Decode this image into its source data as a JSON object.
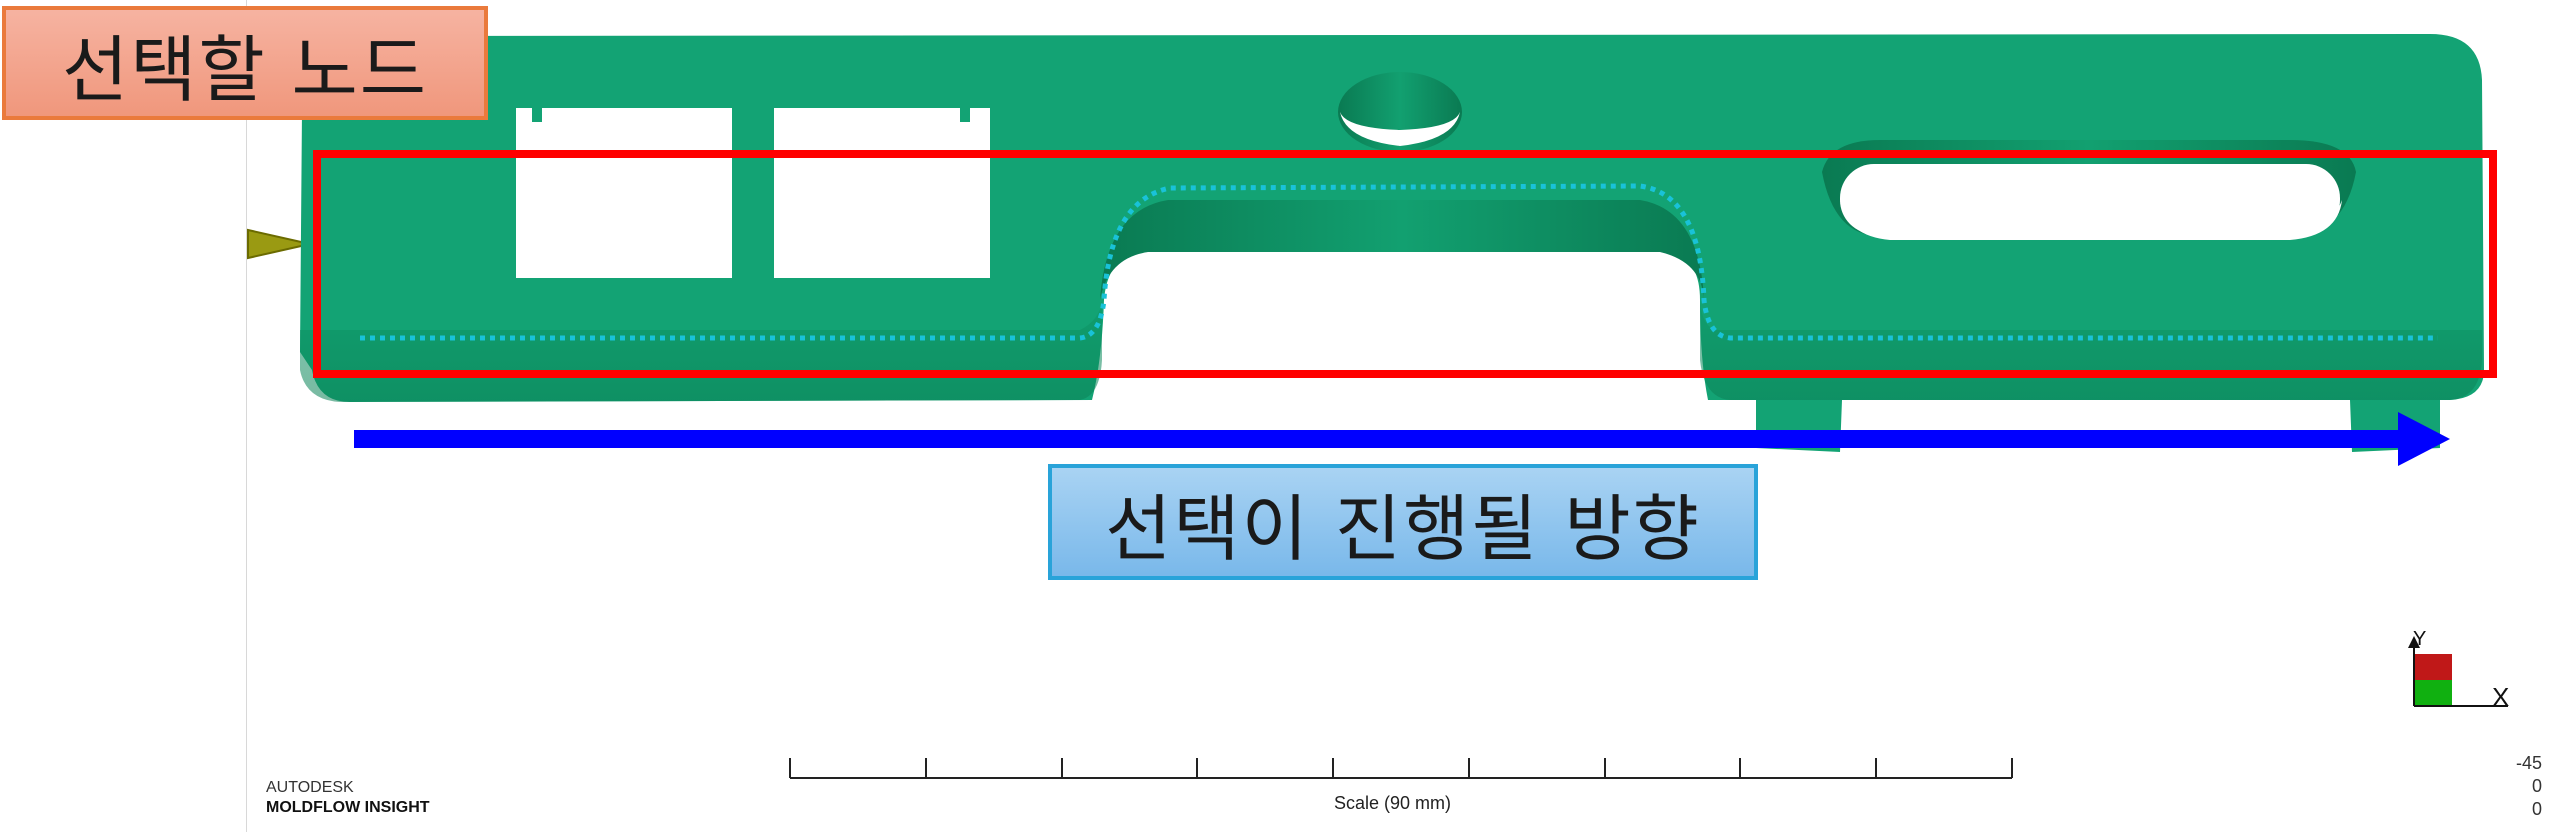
{
  "callouts": {
    "node_to_select": "선택할 노드",
    "selection_direction": "선택이 진행될 방향"
  },
  "branding": {
    "line1": "AUTODESK",
    "line2": "MOLDFLOW INSIGHT"
  },
  "scale": {
    "label": "Scale (90 mm)",
    "tick_count": 10
  },
  "orientation_readout": [
    "-45",
    "0",
    "0"
  ],
  "axis_triad": {
    "x_label": "X",
    "y_label": "Y"
  },
  "colors": {
    "part": "#13a374",
    "part_shadow": "#0d8a5f",
    "selection_box": "#ff0000",
    "direction_arrow": "#0000ff",
    "node_dots": "#19c2d8"
  }
}
